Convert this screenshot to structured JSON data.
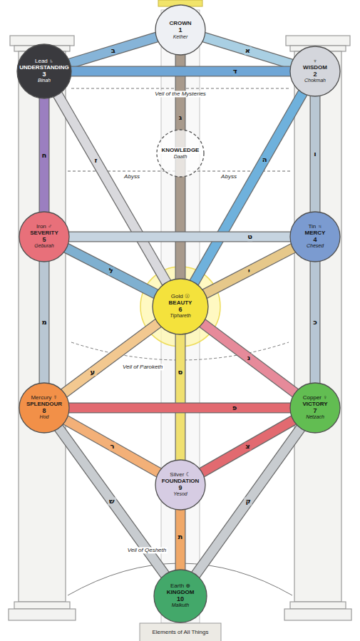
{
  "diagram": {
    "nodes": [
      {
        "text": [
          "CROWN",
          "1",
          "Kether"
        ]
      },
      {
        "text": [
          "Lead ♄",
          "UNDERSTANDING",
          "3",
          "Binah"
        ]
      },
      {
        "text": [
          "♆",
          "WISDOM",
          "2",
          "Chokmah"
        ]
      },
      {
        "text": [
          "KNOWLEDGE",
          "Daath"
        ]
      },
      {
        "text": [
          "Iron ♂",
          "SEVERITY",
          "5",
          "Geburah"
        ]
      },
      {
        "text": [
          "Tin ♃",
          "MERCY",
          "4",
          "Chesed"
        ]
      },
      {
        "text": [
          "Gold ☉",
          "BEAUTY",
          "6",
          "Tiphareth"
        ]
      },
      {
        "text": [
          "Mercury ☿",
          "SPLENDOUR",
          "8",
          "Hod"
        ]
      },
      {
        "text": [
          "Copper ♀",
          "VICTORY",
          "7",
          "Netzach"
        ]
      },
      {
        "text": [
          "Silver ☾",
          "FOUNDATION",
          "9",
          "Yesod"
        ]
      },
      {
        "text": [
          "Earth ⊕",
          "KINGDOM",
          "10",
          "Malkuth"
        ]
      }
    ],
    "edges": [
      {
        "from": 0,
        "to": 2,
        "arrow": "none",
        "label": "א"
      },
      {
        "from": 0,
        "to": 1,
        "arrow": "none",
        "label": "ב"
      },
      {
        "from": 0,
        "to": 6,
        "arrow": "none",
        "label": "ג"
      },
      {
        "from": 2,
        "to": 1,
        "arrow": "none",
        "label": "ד"
      },
      {
        "from": 2,
        "to": 6,
        "arrow": "none",
        "label": "ה"
      },
      {
        "from": 2,
        "to": 5,
        "arrow": "none",
        "label": "ו"
      },
      {
        "from": 1,
        "to": 6,
        "arrow": "none",
        "label": "ז"
      },
      {
        "from": 1,
        "to": 4,
        "arrow": "none",
        "label": "ח"
      },
      {
        "from": 5,
        "to": 4,
        "arrow": "none",
        "label": "ט"
      },
      {
        "from": 5,
        "to": 6,
        "arrow": "none",
        "label": "י"
      },
      {
        "from": 5,
        "to": 8,
        "arrow": "none",
        "label": "כ"
      },
      {
        "from": 4,
        "to": 6,
        "arrow": "none",
        "label": "ל"
      },
      {
        "from": 4,
        "to": 7,
        "arrow": "none",
        "label": "מ"
      },
      {
        "from": 6,
        "to": 8,
        "arrow": "none",
        "label": "נ"
      },
      {
        "from": 6,
        "to": 9,
        "arrow": "none",
        "label": "ס"
      },
      {
        "from": 6,
        "to": 7,
        "arrow": "none",
        "label": "ע"
      },
      {
        "from": 8,
        "to": 7,
        "arrow": "none",
        "label": "פ"
      },
      {
        "from": 8,
        "to": 9,
        "arrow": "none",
        "label": "צ"
      },
      {
        "from": 8,
        "to": 10,
        "arrow": "none",
        "label": "ק"
      },
      {
        "from": 7,
        "to": 9,
        "arrow": "none",
        "label": "ר"
      },
      {
        "from": 7,
        "to": 10,
        "arrow": "none",
        "label": "ש"
      },
      {
        "from": 9,
        "to": 10,
        "arrow": "none",
        "label": "ת"
      }
    ],
    "labels": [
      "Veil of the Mysteries",
      "Abyss",
      "Abyss",
      "Veil of Paroketh",
      "Veil of Qesheth",
      "Elements of All Things"
    ]
  }
}
